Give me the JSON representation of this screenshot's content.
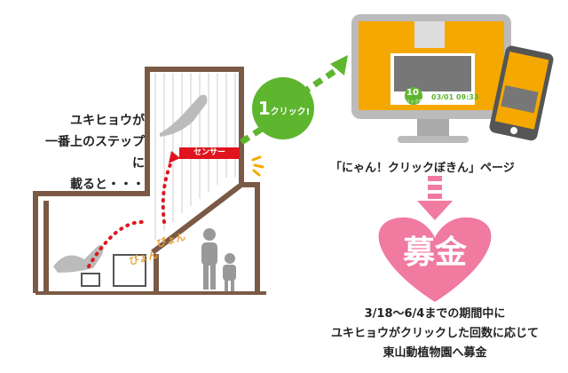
{
  "left_caption": [
    "ユキヒョウが",
    "一番上のステップに",
    "載ると・・・"
  ],
  "sensor_label": "センサー",
  "jump_labels": [
    "ぴょん",
    "ぴょん"
  ],
  "click_badge": {
    "number": "1",
    "text": "クリック!"
  },
  "monitor": {
    "count": "10",
    "count_label": "クリック数",
    "timestamp": "03/01 09:33"
  },
  "page_caption": "「にゃん！クリックぼきん」ページ",
  "heart_label": "募金",
  "bottom_text": [
    "3/18〜6/4までの期間中に",
    "ユキヒョウがクリックした回数に応じて",
    "東山動植物園へ募金"
  ],
  "colors": {
    "wall": "#7b5a45",
    "green": "#5eb52e",
    "pink": "#f07aa0",
    "red": "#e0141e",
    "yellow": "#f5a800"
  }
}
